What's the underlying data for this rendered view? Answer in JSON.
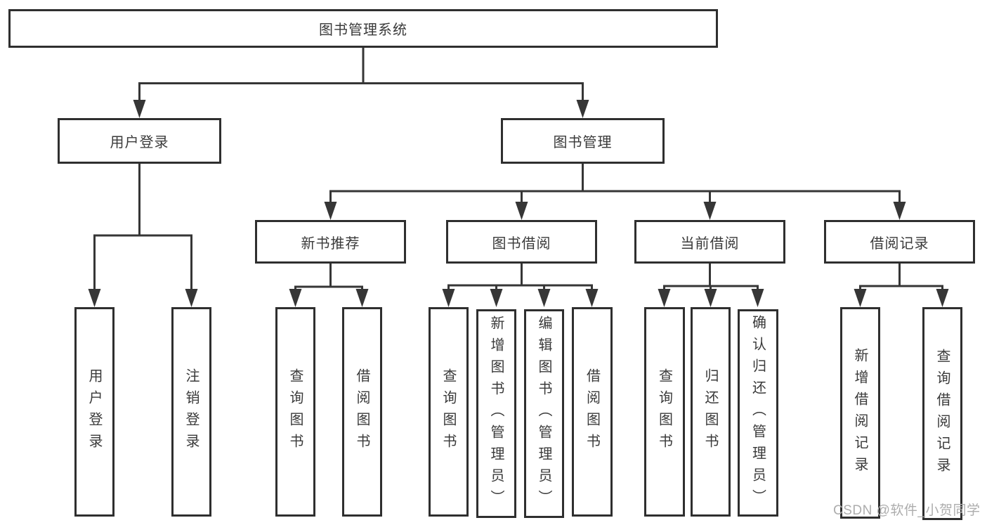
{
  "diagram": {
    "root": {
      "label": "图书管理系统"
    },
    "level2": [
      {
        "label": "用户登录"
      },
      {
        "label": "图书管理"
      }
    ],
    "level3": [
      {
        "label": "新书推荐"
      },
      {
        "label": "图书借阅"
      },
      {
        "label": "当前借阅"
      },
      {
        "label": "借阅记录"
      }
    ],
    "leaves": {
      "user_login": [
        {
          "label": "用户登录"
        },
        {
          "label": "注销登录"
        }
      ],
      "new_book_recommend": [
        {
          "label": "查询图书"
        },
        {
          "label": "借阅图书"
        }
      ],
      "book_borrow": [
        {
          "label": "查询图书"
        },
        {
          "label": "新增图书（管理员）"
        },
        {
          "label": "编辑图书（管理员）"
        },
        {
          "label": "借阅图书"
        }
      ],
      "current_borrow": [
        {
          "label": "查询图书"
        },
        {
          "label": "归还图书"
        },
        {
          "label": "确认归还（管理员）"
        }
      ],
      "borrow_records": [
        {
          "label": "新增借阅记录"
        },
        {
          "label": "查询借阅记录"
        }
      ]
    }
  },
  "watermark": {
    "text": "CSDN @软件_小贺同学"
  },
  "colors": {
    "line": "#363636",
    "box-border": "#2f2f2f",
    "text": "#3a3a3a",
    "watermark": "#adadad",
    "background": "#ffffff"
  }
}
